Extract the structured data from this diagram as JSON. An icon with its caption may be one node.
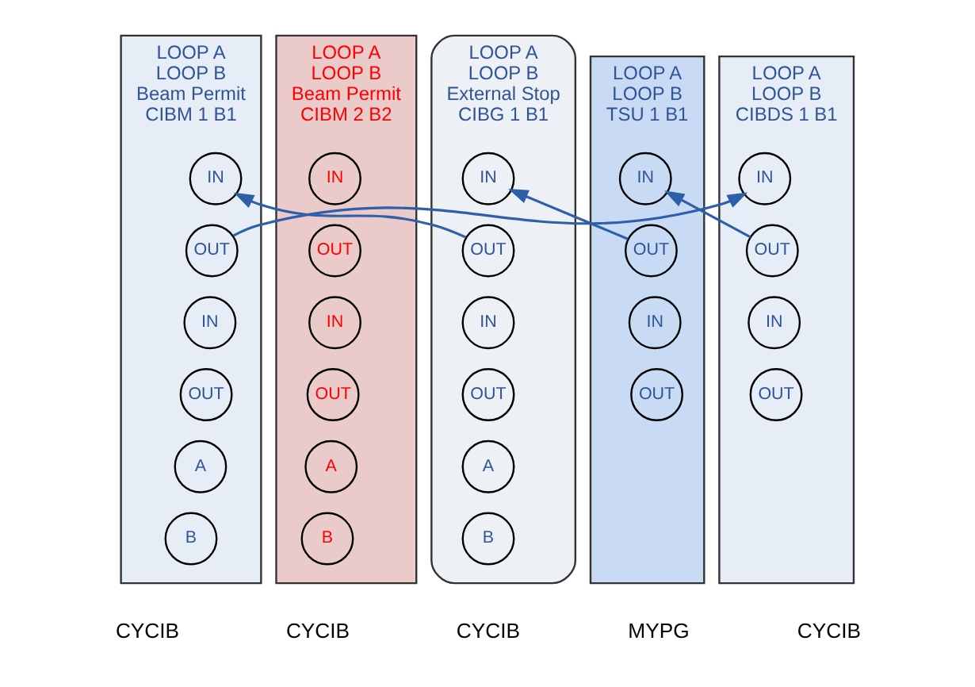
{
  "diagram": {
    "nodes": [
      {
        "text": [
          "LOOP A",
          "LOOP B",
          "Beam Permit",
          "CIBM 1 B1"
        ],
        "beside": [
          "CYCIB"
        ]
      },
      {
        "text": [
          "IN"
        ],
        "in": 0
      },
      {
        "text": [
          "OUT"
        ],
        "in": 0
      },
      {
        "text": [
          "IN"
        ],
        "in": 0
      },
      {
        "text": [
          "OUT"
        ],
        "in": 0
      },
      {
        "text": [
          "A"
        ],
        "in": 0
      },
      {
        "text": [
          "B"
        ],
        "in": 0
      },
      {
        "text": [
          "LOOP A",
          "LOOP B",
          "Beam Permit",
          "CIBM 2 B2"
        ],
        "beside": [
          "CYCIB"
        ]
      },
      {
        "text": [
          "IN"
        ],
        "in": 7
      },
      {
        "text": [
          "OUT"
        ],
        "in": 7
      },
      {
        "text": [
          "IN"
        ],
        "in": 7
      },
      {
        "text": [
          "OUT"
        ],
        "in": 7
      },
      {
        "text": [
          "A"
        ],
        "in": 7
      },
      {
        "text": [
          "B"
        ],
        "in": 7
      },
      {
        "text": [
          "LOOP A",
          "LOOP B",
          "External Stop",
          "CIBG 1 B1"
        ],
        "beside": [
          "CYCIB"
        ]
      },
      {
        "text": [
          "IN"
        ],
        "in": 14
      },
      {
        "text": [
          "OUT"
        ],
        "in": 14
      },
      {
        "text": [
          "IN"
        ],
        "in": 14
      },
      {
        "text": [
          "OUT"
        ],
        "in": 14
      },
      {
        "text": [
          "A"
        ],
        "in": 14
      },
      {
        "text": [
          "B"
        ],
        "in": 14
      },
      {
        "text": [
          "LOOP A",
          "LOOP B",
          "TSU 1 B1"
        ],
        "beside": [
          "MYPG"
        ]
      },
      {
        "text": [
          "IN"
        ],
        "in": 21
      },
      {
        "text": [
          "OUT"
        ],
        "in": 21
      },
      {
        "text": [
          "IN"
        ],
        "in": 21
      },
      {
        "text": [
          "OUT"
        ],
        "in": 21
      },
      {
        "text": [
          "LOOP A",
          "LOOP B",
          "CIBDS 1 B1"
        ],
        "beside": [
          "CYCIB"
        ]
      },
      {
        "text": [
          "IN"
        ],
        "in": 26
      },
      {
        "text": [
          "OUT"
        ],
        "in": 26
      },
      {
        "text": [
          "IN"
        ],
        "in": 26
      },
      {
        "text": [
          "OUT"
        ],
        "in": 26
      }
    ],
    "edges": [
      {
        "from": 2,
        "to": 27,
        "arrow": "to"
      },
      {
        "from": 16,
        "to": 1,
        "arrow": "to"
      },
      {
        "from": 23,
        "to": 15,
        "arrow": "to"
      },
      {
        "from": 28,
        "to": 22,
        "arrow": "to"
      }
    ]
  }
}
